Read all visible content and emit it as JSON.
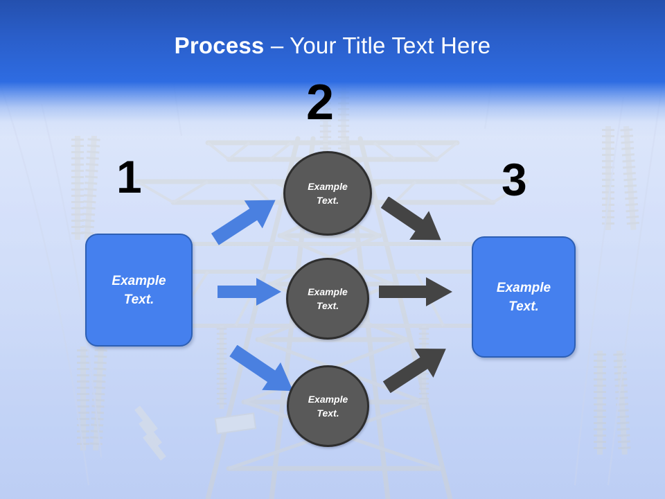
{
  "slide": {
    "title": {
      "bold_part": "Process",
      "rest_part": " – Your Title Text Here"
    },
    "colors": {
      "header_top": "#2450ae",
      "header_bottom": "#2e6ce2",
      "box_fill": "#4580ee",
      "box_border": "#2d5fb4",
      "circle_fill": "#595959",
      "circle_border": "#2e2e2e",
      "blue_arrow": "#4a80e0",
      "dark_arrow": "#444444",
      "number_color": "#000000",
      "background_top": "#dbe6fb",
      "background_bottom": "#bdcef5"
    },
    "steps": [
      {
        "number": "1",
        "label": "Example\nText."
      },
      {
        "number": "2",
        "label": ""
      },
      {
        "number": "3",
        "label": "Example\nText."
      }
    ],
    "numbers": {
      "one": "1",
      "two": "2",
      "three": "3"
    },
    "boxes": {
      "left": {
        "line1": "Example",
        "line2": "Text."
      },
      "right": {
        "line1": "Example",
        "line2": "Text."
      }
    },
    "circles": [
      {
        "line1": "Example",
        "line2": "Text."
      },
      {
        "line1": "Example",
        "line2": "Text."
      },
      {
        "line1": "Example",
        "line2": "Text."
      }
    ],
    "arrows": [
      {
        "name": "blue-arrow-up",
        "direction": "up-right",
        "color": "#4a80e0"
      },
      {
        "name": "blue-arrow-right",
        "direction": "right",
        "color": "#4a80e0"
      },
      {
        "name": "blue-arrow-down",
        "direction": "down-right",
        "color": "#4a80e0"
      },
      {
        "name": "dark-arrow-down",
        "direction": "down-right",
        "color": "#444444"
      },
      {
        "name": "dark-arrow-right",
        "direction": "right",
        "color": "#444444"
      },
      {
        "name": "dark-arrow-up",
        "direction": "up-right",
        "color": "#444444"
      }
    ],
    "background_image": "electricity-transmission-tower-photo"
  }
}
